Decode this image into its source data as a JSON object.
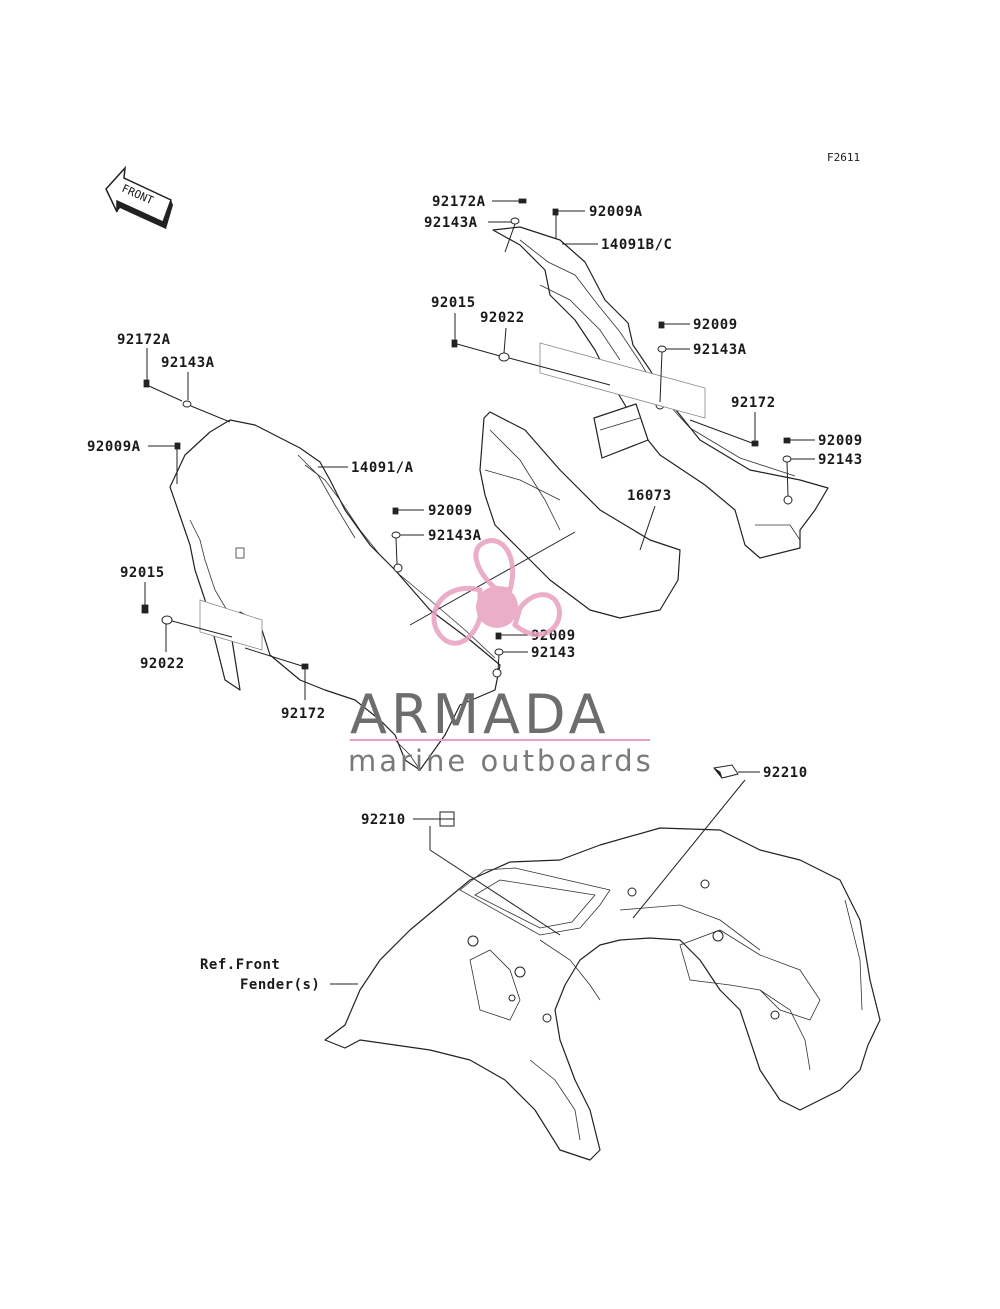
{
  "figure_code": "F2611",
  "front_arrow_label": "FRONT",
  "callouts": {
    "r_92172A": "92172A",
    "r_92143A_top": "92143A",
    "r_92009A": "92009A",
    "r_14091BC": "14091B/C",
    "r_92015": "92015",
    "r_92022": "92022",
    "r_92009_a": "92009",
    "r_92143A_b": "92143A",
    "r_92172": "92172",
    "r_92009_b": "92009",
    "r_92143": "92143",
    "r_16073": "16073",
    "l_92172A": "92172A",
    "l_92143A": "92143A",
    "l_92009A": "92009A",
    "l_14091A": "14091/A",
    "l_92009": "92009",
    "l_92143A_b": "92143A",
    "l_92015": "92015",
    "l_92022": "92022",
    "l_92172": "92172",
    "c_92009": "92009",
    "c_92143": "92143",
    "b_92210_right": "92210",
    "b_92210_left": "92210",
    "ref_line1": "Ref.Front",
    "ref_line2": "Fender(s)"
  },
  "watermark": {
    "brand": "ARMADA",
    "tagline": "marine outboards",
    "colors": {
      "pink": "#e8a0c0",
      "gray": "#6d6d6d"
    }
  },
  "icons": [
    "front-arrow-icon",
    "propeller-logo-icon"
  ]
}
